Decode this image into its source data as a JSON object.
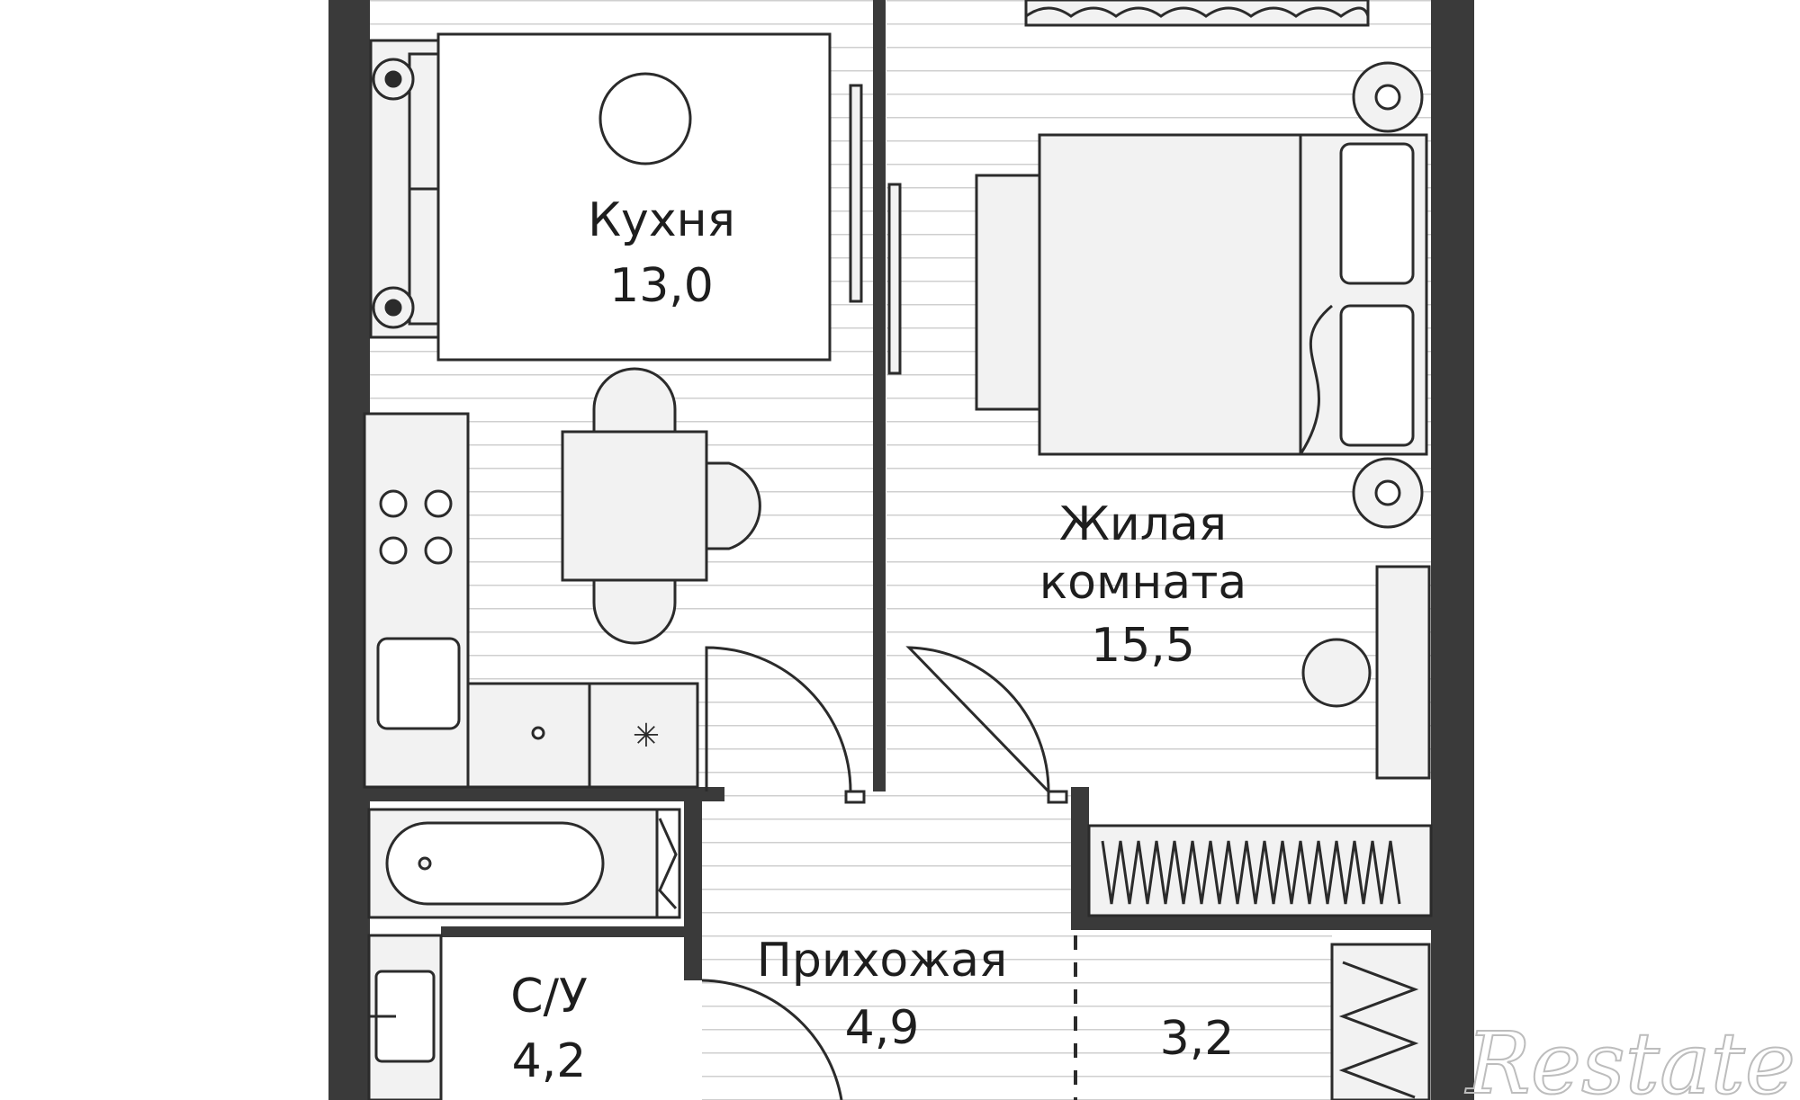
{
  "rooms": {
    "kitchen": {
      "name": "Кухня",
      "area": "13,0"
    },
    "living": {
      "name_line1": "Жилая",
      "name_line2": "комната",
      "area": "15,5"
    },
    "hallway": {
      "name": "Прихожая",
      "area": "4,9"
    },
    "bathroom": {
      "name": "С/У",
      "area": "4,2"
    },
    "storage": {
      "area": "3,2"
    }
  },
  "watermark": "Restate",
  "colors": {
    "wall": "#3a3a3a",
    "line": "#2b2b2b",
    "floor_hatch": "#cfcfcf",
    "furniture_fill": "#f2f2f2",
    "background": "#ffffff"
  }
}
